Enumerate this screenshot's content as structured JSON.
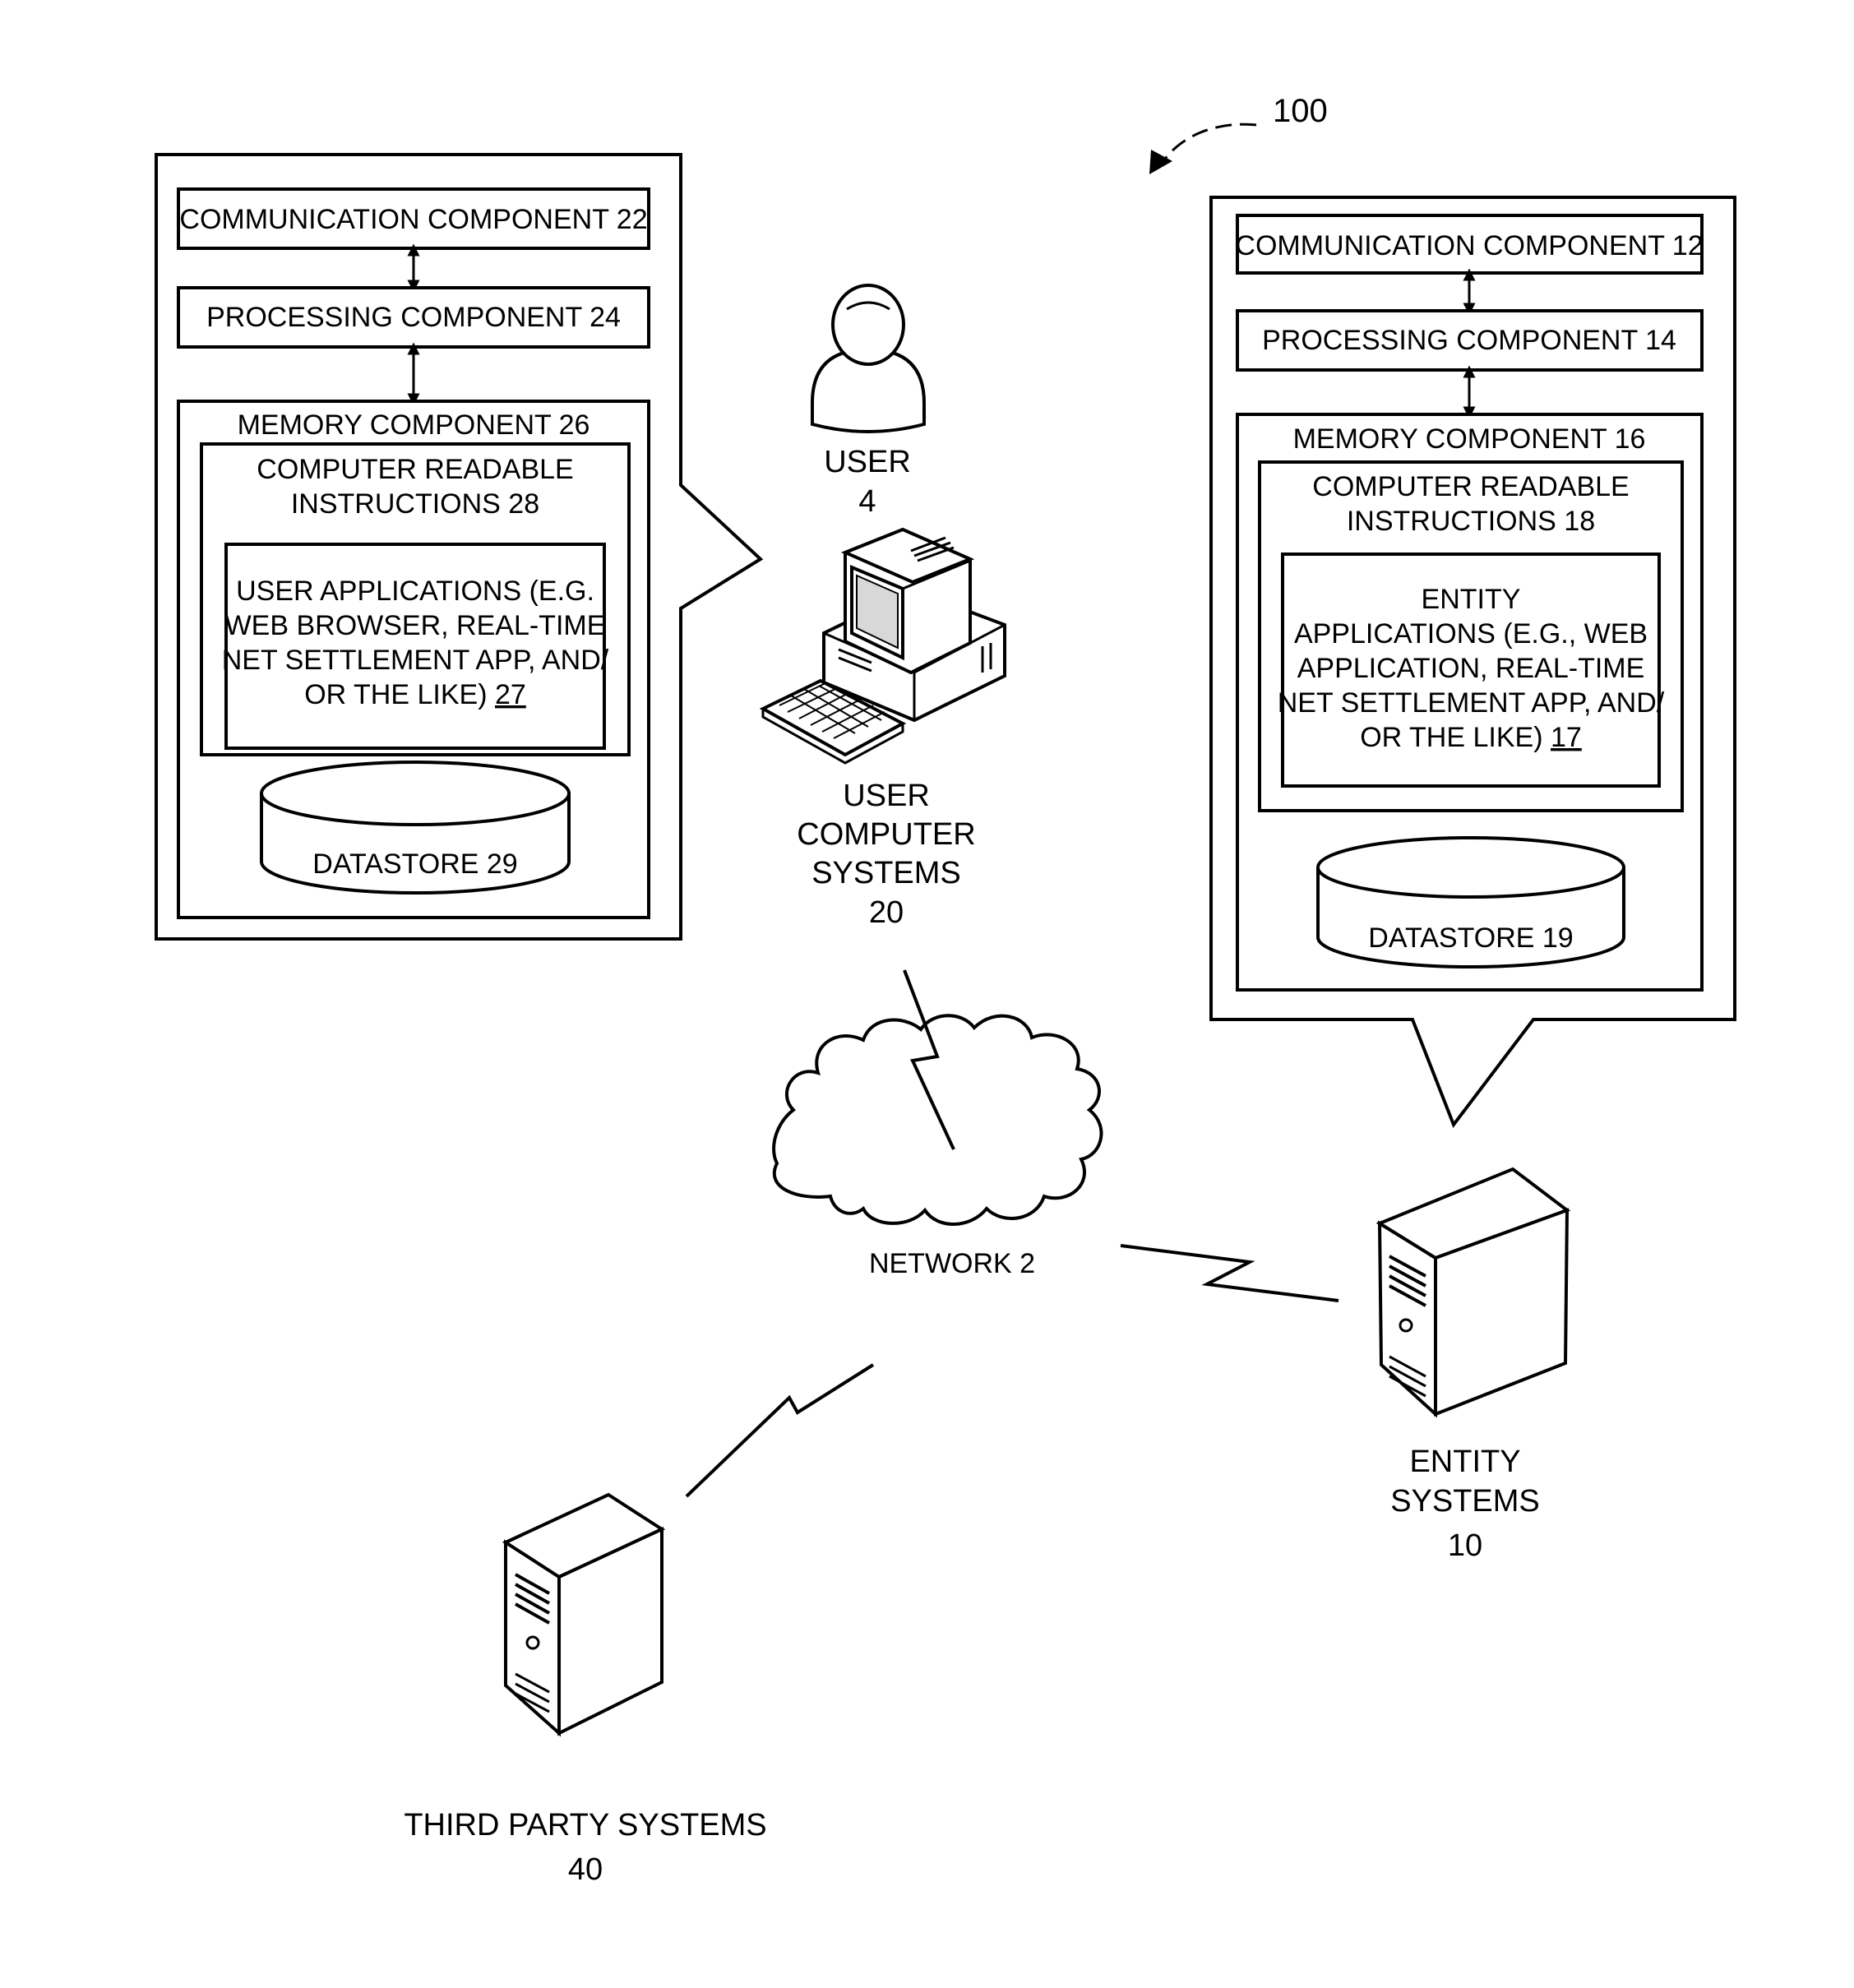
{
  "figure": {
    "ref": "100"
  },
  "user_panel": {
    "communication": "COMMUNICATION COMPONENT 22",
    "processing": "PROCESSING COMPONENT 24",
    "memory": "MEMORY COMPONENT 26",
    "cri_line1": "COMPUTER READABLE",
    "cri_line2": "INSTRUCTIONS 28",
    "apps_line1": "USER APPLICATIONS (E.G.",
    "apps_line2": "WEB BROWSER, REAL-TIME",
    "apps_line3": "NET SETTLEMENT APP, AND/",
    "apps_line4": "OR THE LIKE) ",
    "apps_ref": "27",
    "datastore": "DATASTORE 29"
  },
  "entity_panel": {
    "communication": "COMMUNICATION COMPONENT 12",
    "processing": "PROCESSING COMPONENT  14",
    "memory": "MEMORY COMPONENT  16",
    "cri_line1": "COMPUTER READABLE",
    "cri_line2": "INSTRUCTIONS 18",
    "apps_line1": "ENTITY",
    "apps_line2": "APPLICATIONS (E.G., WEB",
    "apps_line3": "APPLICATION, REAL-TIME",
    "apps_line4": "NET SETTLEMENT APP, AND/",
    "apps_line5": "OR THE LIKE) ",
    "apps_ref": "17",
    "datastore": "DATASTORE 19"
  },
  "user": {
    "label": "USER",
    "ref": "4"
  },
  "user_computer": {
    "line1": "USER",
    "line2": "COMPUTER",
    "line3": "SYSTEMS",
    "ref": "20"
  },
  "network": {
    "label": "NETWORK 2"
  },
  "entity_systems": {
    "line1": "ENTITY",
    "line2": "SYSTEMS",
    "ref": "10"
  },
  "third_party": {
    "line1": "THIRD PARTY SYSTEMS",
    "ref": "40"
  },
  "icons": [
    "user-icon",
    "desktop-computer-icon",
    "keyboard-icon",
    "server-icon",
    "cloud-icon",
    "database-icon",
    "lightning-link-icon"
  ]
}
